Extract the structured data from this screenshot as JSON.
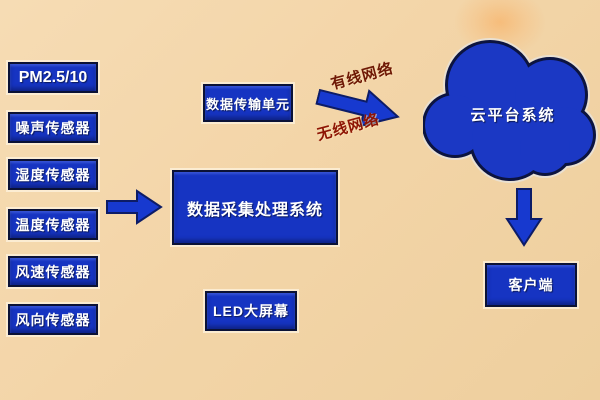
{
  "diagram_title": "environment-monitoring-system-architecture",
  "colors": {
    "background": "#f3d5a8",
    "node_fill": "#1634c2",
    "node_border": "#0b1236",
    "node_text": "#ffffff",
    "arrow_fill": "#1739cf",
    "arrow_outline": "#0d1c66",
    "wired_label_color": "#6e1804",
    "wireless_label_color": "#8e1504"
  },
  "sensors": [
    {
      "label": "PM2.5/10"
    },
    {
      "label": "噪声传感器"
    },
    {
      "label": "湿度传感器"
    },
    {
      "label": "温度传感器"
    },
    {
      "label": "风速传感器"
    },
    {
      "label": "风向传感器"
    }
  ],
  "nodes": {
    "transmission_unit": {
      "label": "数据传输单元"
    },
    "processing_system": {
      "label": "数据采集处理系统"
    },
    "led_screen": {
      "label": "LED大屏幕"
    },
    "cloud_platform": {
      "label": "云平台系统"
    },
    "client": {
      "label": "客户端"
    }
  },
  "links": {
    "wired": {
      "label": "有线网络"
    },
    "wireless": {
      "label": "无线网络"
    }
  }
}
